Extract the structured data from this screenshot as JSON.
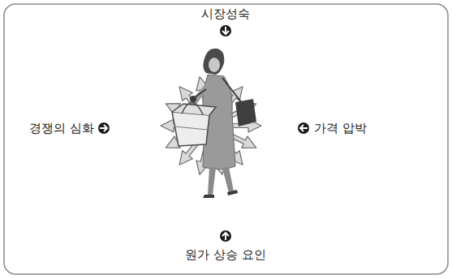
{
  "diagram": {
    "labels": [
      "시장성숙",
      "경쟁의 심화",
      "가격 압박",
      "원가 상승 요인"
    ]
  }
}
